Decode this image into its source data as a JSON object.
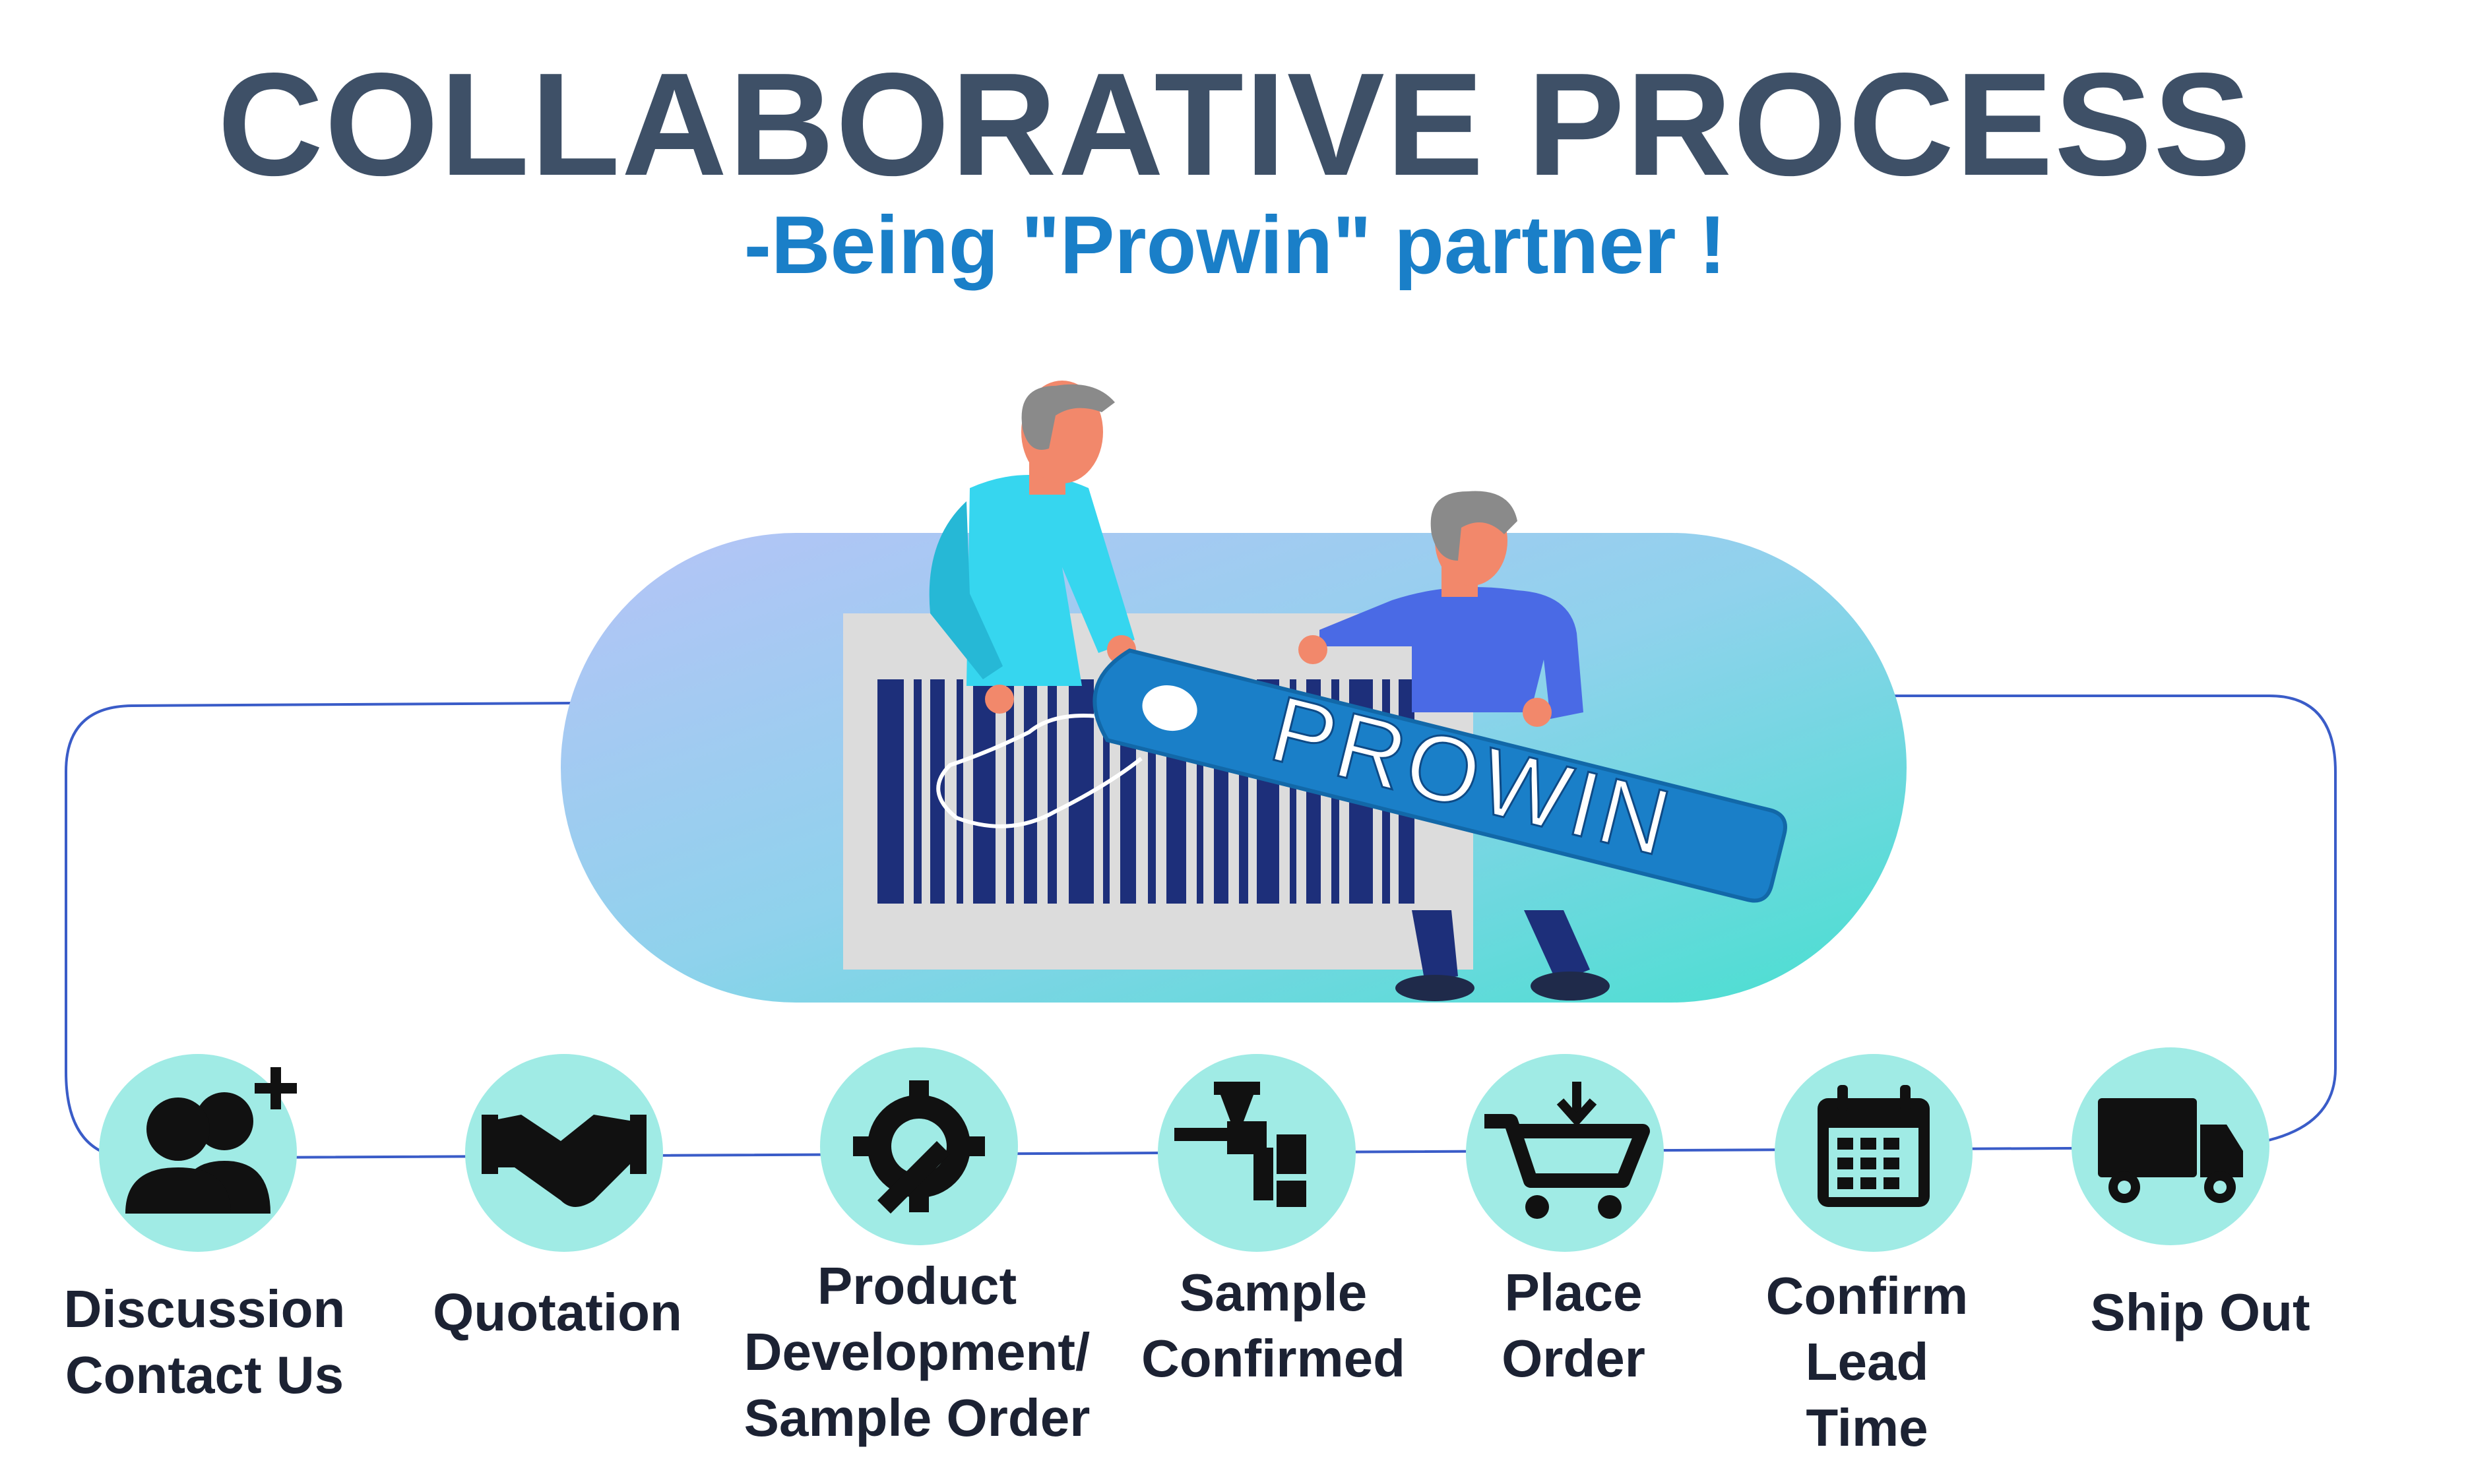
{
  "title": "COLLABORATIVE PROCESS",
  "subtitle": "-Being \"Prowin\" partner !",
  "tag_text": "PROWIN",
  "colors": {
    "title": "#3e5067",
    "subtitle": "#1a7fc8",
    "icon_circle": "#a0ebe5",
    "connector": "#3a5cc8",
    "tag": "#1a7fc8",
    "barcode": "#1d2f7a"
  },
  "steps": [
    {
      "label": "Discussion\nContact Us",
      "icon": "people-add-icon"
    },
    {
      "label": "Quotation",
      "icon": "handshake-icon"
    },
    {
      "label": "Product\nDevelopment/\nSample Order",
      "icon": "gear-wrench-icon"
    },
    {
      "label": "Sample\nConfirmed",
      "icon": "spray-gun-icon"
    },
    {
      "label": "Place\nOrder",
      "icon": "cart-icon"
    },
    {
      "label": "Confirm\nLead\nTime",
      "icon": "calendar-icon"
    },
    {
      "label": "Ship Out",
      "icon": "truck-icon"
    }
  ]
}
